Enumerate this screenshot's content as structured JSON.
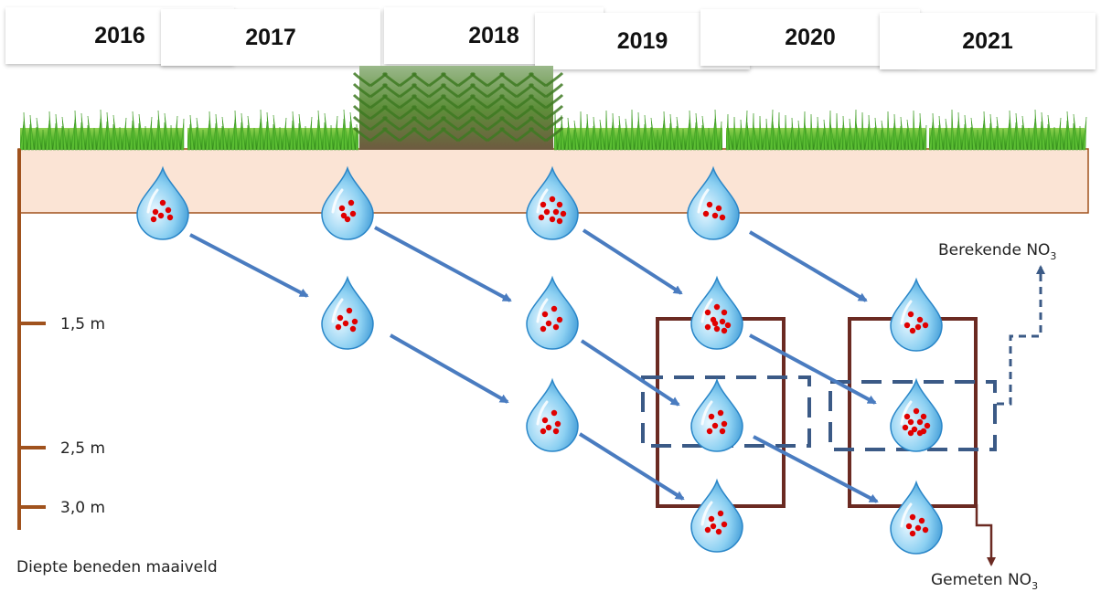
{
  "years": [
    "2016",
    "2017",
    "2018",
    "2019",
    "2020",
    "2021"
  ],
  "depth_labels": {
    "d1": "1,5 m",
    "d2": "2,5 m",
    "d3": "3,0 m"
  },
  "axis_title": "Diepte beneden maaiveld",
  "calculated_label": {
    "text": "Berekende NO",
    "sub": "3"
  },
  "measured_label": {
    "text": "Gemeten NO",
    "sub": "3"
  },
  "colors": {
    "grass": "#4caf2a",
    "soil_band": "#fbe4d5",
    "depth_axis": "#a0521d",
    "measured_box": "#6b2a22",
    "calculated_box": "#3b5a86",
    "arrow": "#4a7cc0",
    "drop": "#4aa9e0",
    "dot": "#e00000"
  }
}
